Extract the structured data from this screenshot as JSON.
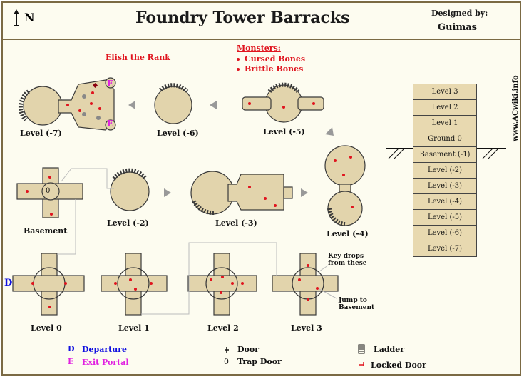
{
  "title": "Foundry Tower Barracks",
  "designer": {
    "label": "Designed by:",
    "name": "Guimas"
  },
  "north": "N",
  "watermark": "www.ACwiki.info",
  "boss": "Elish the Rank",
  "monsters": {
    "heading": "Monsters:",
    "list": [
      "Cursed Bones",
      "Brittle Bones"
    ]
  },
  "levels": {
    "l7": "Level (-7)",
    "l6": "Level (-6)",
    "l5": "Level (-5)",
    "basement": "Basement",
    "l2m": "Level (-2)",
    "l3m": "Level (-3)",
    "l4m": "Level (-4)",
    "l0": "Level 0",
    "l1": "Level 1",
    "l2": "Level 2",
    "l3": "Level 3"
  },
  "annotations": {
    "key_drops": "Key drops\nfrom these",
    "jump": "Jump to\nBasement"
  },
  "markers": {
    "exit": "E",
    "departure": "D",
    "trap": "0"
  },
  "stack": [
    "Level 3",
    "Level 2",
    "Level 1",
    "Ground 0",
    "Basement (-1)",
    "Level (-2)",
    "Level (-3)",
    "Level (-4)",
    "Level (-5)",
    "Level (-6)",
    "Level (-7)"
  ],
  "legend": {
    "departure": {
      "key": "D",
      "label": "Departure"
    },
    "exit": {
      "key": "E",
      "label": "Exit Portal"
    },
    "door": {
      "label": "Door"
    },
    "trap": {
      "key": "0",
      "label": "Trap Door"
    },
    "ladder": {
      "label": "Ladder"
    },
    "locked": {
      "label": "Locked Door"
    }
  },
  "colors": {
    "room": "#e2d4ac",
    "outline": "#3a3a3a",
    "red": "#e0141e",
    "magenta": "#e020e0",
    "blue": "#1010e0",
    "border": "#7b6a44",
    "bg": "#fdfcf0"
  }
}
